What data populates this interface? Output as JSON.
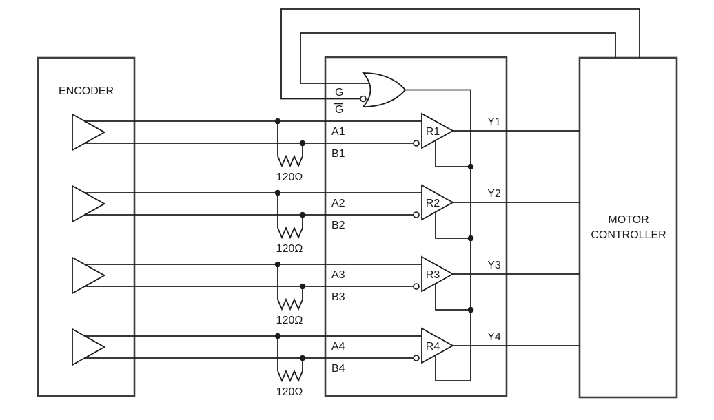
{
  "diagram": {
    "encoder": {
      "label": "ENCODER"
    },
    "motor_controller": {
      "label_line1": "MOTOR",
      "label_line2": "CONTROLLER"
    },
    "receiver_ic": {
      "enable_pin": "G",
      "enable_bar_pin": "G",
      "channels": [
        {
          "a_pin": "A1",
          "b_pin": "B1",
          "receiver": "R1",
          "output": "Y1",
          "termination": "120Ω"
        },
        {
          "a_pin": "A2",
          "b_pin": "B2",
          "receiver": "R2",
          "output": "Y2",
          "termination": "120Ω"
        },
        {
          "a_pin": "A3",
          "b_pin": "B3",
          "receiver": "R3",
          "output": "Y3",
          "termination": "120Ω"
        },
        {
          "a_pin": "A4",
          "b_pin": "B4",
          "receiver": "R4",
          "output": "Y4",
          "termination": "120Ω"
        }
      ]
    },
    "colors": {
      "wire": "#1c1c1c",
      "box_border": "#3e3e3e",
      "text": "#1a1a1a",
      "background": "#ffffff"
    }
  }
}
